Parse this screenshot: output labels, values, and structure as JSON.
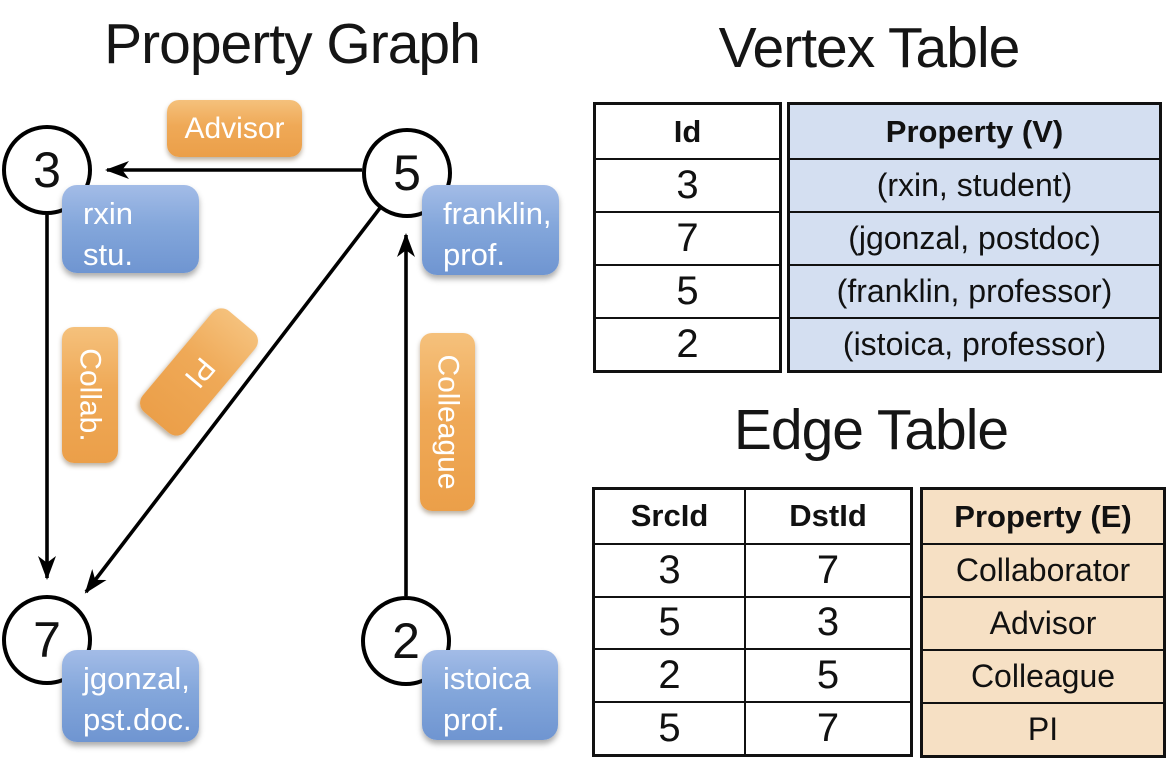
{
  "colors": {
    "edge_label_orange": "#efa957",
    "vertex_label_blue": "#84a7db",
    "vertex_table_fill": "#d4dff1",
    "edge_table_fill": "#f6e0c4",
    "line_color": "#000000",
    "text_on_label": "#ffffff"
  },
  "graph": {
    "title": "Property Graph",
    "nodes": {
      "n3": "3",
      "n5": "5",
      "n7": "7",
      "n2": "2"
    },
    "vertex_labels": {
      "v3": {
        "line1": "rxin",
        "line2": "stu."
      },
      "v5": {
        "line1": "franklin,",
        "line2": "prof."
      },
      "v7": {
        "line1": "jgonzal,",
        "line2": "pst.doc."
      },
      "v2": {
        "line1": "istoica",
        "line2": "prof."
      }
    },
    "edge_labels": {
      "advisor": "Advisor",
      "collab": "Collab.",
      "pi": "PI",
      "colleague": "Colleague"
    }
  },
  "vertex_table": {
    "title": "Vertex Table",
    "columns": {
      "id": "Id",
      "property": "Property (V)"
    },
    "rows": [
      {
        "id": "3",
        "property": "(rxin, student)"
      },
      {
        "id": "7",
        "property": "(jgonzal, postdoc)"
      },
      {
        "id": "5",
        "property": "(franklin, professor)"
      },
      {
        "id": "2",
        "property": "(istoica, professor)"
      }
    ]
  },
  "edge_table": {
    "title": "Edge Table",
    "columns": {
      "src": "SrcId",
      "dst": "DstId",
      "property": "Property (E)"
    },
    "rows": [
      {
        "src": "3",
        "dst": "7",
        "property": "Collaborator"
      },
      {
        "src": "5",
        "dst": "3",
        "property": "Advisor"
      },
      {
        "src": "2",
        "dst": "5",
        "property": "Colleague"
      },
      {
        "src": "5",
        "dst": "7",
        "property": "PI"
      }
    ]
  }
}
